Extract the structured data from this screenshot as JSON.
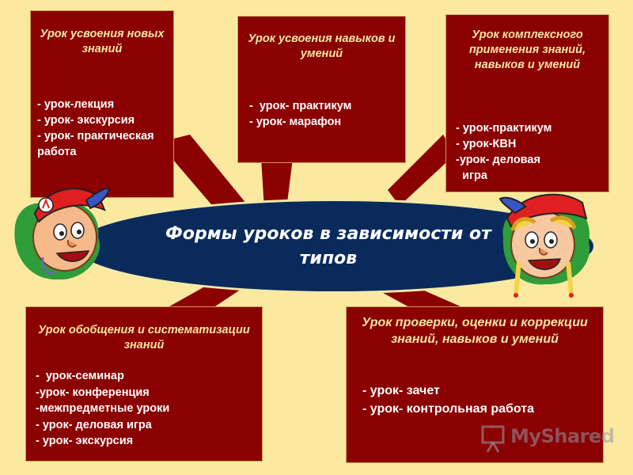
{
  "center": {
    "title": "Формы уроков в зависимости от типов"
  },
  "boxes": {
    "new_knowledge": {
      "title": "Урок усвоения новых знаний",
      "items": [
        "- урок-лекция",
        "- урок- экскурсия",
        "- урок- практическая работа"
      ]
    },
    "skills": {
      "title": "Урок  усвоения навыков и умений",
      "items": [
        "-  урок- практикум",
        "- урок- марафон"
      ]
    },
    "complex": {
      "title": "Урок комплексного применения знаний, навыков и умений",
      "items": [
        "- урок-практикум",
        "- урок-КВН",
        "-урок- деловая",
        "  игра"
      ]
    },
    "generalization": {
      "title": "Урок обобщения и систематизации  знаний",
      "items": [
        "-  урок-семинар",
        "-урок- конференция",
        "-межпредметные уроки",
        "- урок- деловая игра",
        "- урок- экскурсия"
      ]
    },
    "check": {
      "title": "Урок проверки, оценки и коррекции  знаний, навыков и умений",
      "items": [
        "- урок- зачет",
        "- урок- контрольная работа"
      ]
    }
  },
  "watermark": {
    "text": "MyShared"
  },
  "colors": {
    "background": "#fbe9a0",
    "box_fill": "#8b0000",
    "box_title": "#f5e6a3",
    "ellipse_fill": "#0a2a5c",
    "connector": "#8b0000"
  },
  "icons": [
    "boy-cartoon-icon",
    "girl-cartoon-icon",
    "presentation-board-icon"
  ]
}
